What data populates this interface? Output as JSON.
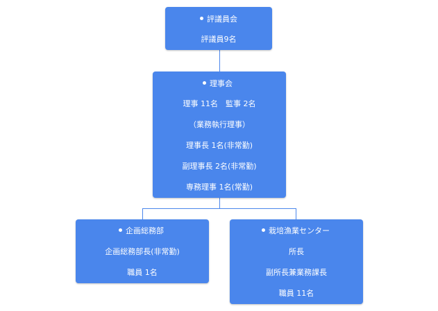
{
  "colors": {
    "box_fill": "#4a86ec",
    "text": "#ffffff",
    "connector": "#4a86ec"
  },
  "nodes": {
    "council": {
      "title": "評議員会",
      "lines": [
        "評議員9名"
      ]
    },
    "board": {
      "title": "理事会",
      "lines": [
        "理事 11名　監事 2名",
        "（業務執行理事）",
        "理事長 1名(非常勤)",
        "副理事長 2名(非常勤)",
        "専務理事 1名(常勤)"
      ]
    },
    "planning": {
      "title": "企画総務部",
      "lines": [
        "企画総務部長(非常勤)",
        "職員 1名"
      ]
    },
    "center": {
      "title": "栽培漁業センター",
      "lines": [
        "所長",
        "副所長兼業務課長",
        "職員 11名"
      ]
    }
  }
}
